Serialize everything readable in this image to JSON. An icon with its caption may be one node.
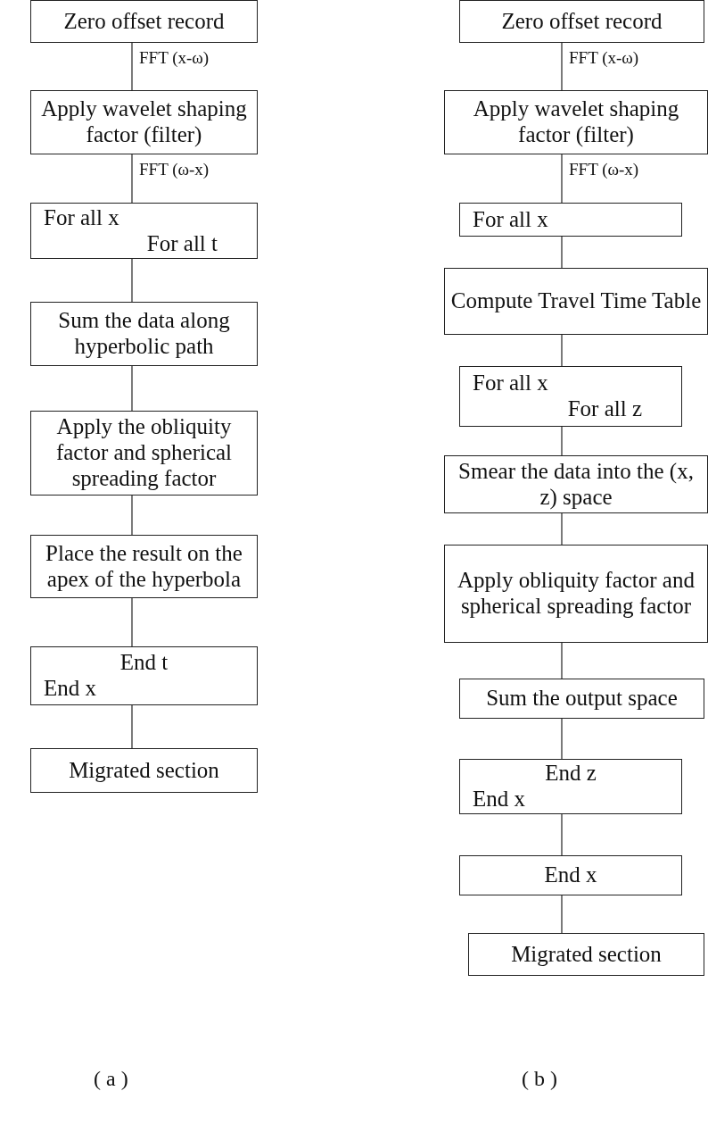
{
  "diagram": {
    "nodes": [
      {
        "text": [
          "Zero offset record"
        ]
      },
      {
        "text": [
          "Apply wavelet shaping factor (filter)"
        ]
      },
      {
        "text": [
          "For all x",
          "For all t"
        ]
      },
      {
        "text": [
          "Sum the data along hyperbolic path"
        ]
      },
      {
        "text": [
          "Apply the obliquity factor and spherical spreading factor"
        ]
      },
      {
        "text": [
          "Place the result on the apex of the hyperbola"
        ]
      },
      {
        "text": [
          "End t",
          "End x"
        ]
      },
      {
        "text": [
          "Migrated section"
        ]
      },
      {
        "text": [
          "Zero offset record"
        ]
      },
      {
        "text": [
          "Apply wavelet shaping factor (filter)"
        ]
      },
      {
        "text": [
          "For all x"
        ]
      },
      {
        "text": [
          "Compute Travel Time Table"
        ]
      },
      {
        "text": [
          "For all x",
          "For all z"
        ]
      },
      {
        "text": [
          "Smear the data into the (x, z) space"
        ]
      },
      {
        "text": [
          "Apply obliquity factor and spherical spreading factor"
        ]
      },
      {
        "text": [
          "Sum the output space"
        ]
      },
      {
        "text": [
          "End z",
          "End x"
        ]
      },
      {
        "text": [
          "End x"
        ]
      },
      {
        "text": [
          "Migrated section"
        ]
      }
    ],
    "edges": [
      {
        "from": 0,
        "to": 1,
        "arrow": "none",
        "label": "FFT (x-ω)"
      },
      {
        "from": 1,
        "to": 2,
        "arrow": "none",
        "label": "FFT (ω-x)"
      },
      {
        "from": 2,
        "to": 3,
        "arrow": "none"
      },
      {
        "from": 3,
        "to": 4,
        "arrow": "none"
      },
      {
        "from": 4,
        "to": 5,
        "arrow": "none"
      },
      {
        "from": 5,
        "to": 6,
        "arrow": "none"
      },
      {
        "from": 6,
        "to": 7,
        "arrow": "none"
      },
      {
        "from": 8,
        "to": 9,
        "arrow": "none",
        "label": "FFT (x-ω)"
      },
      {
        "from": 9,
        "to": 10,
        "arrow": "none",
        "label": "FFT (ω-x)"
      },
      {
        "from": 10,
        "to": 11,
        "arrow": "none"
      },
      {
        "from": 11,
        "to": 12,
        "arrow": "none"
      },
      {
        "from": 12,
        "to": 13,
        "arrow": "none"
      },
      {
        "from": 13,
        "to": 14,
        "arrow": "none"
      },
      {
        "from": 14,
        "to": 15,
        "arrow": "none"
      },
      {
        "from": 15,
        "to": 16,
        "arrow": "none"
      },
      {
        "from": 16,
        "to": 17,
        "arrow": "none"
      },
      {
        "from": 17,
        "to": 18,
        "arrow": "none"
      }
    ],
    "labels": [
      "( a )",
      "( b )"
    ]
  }
}
